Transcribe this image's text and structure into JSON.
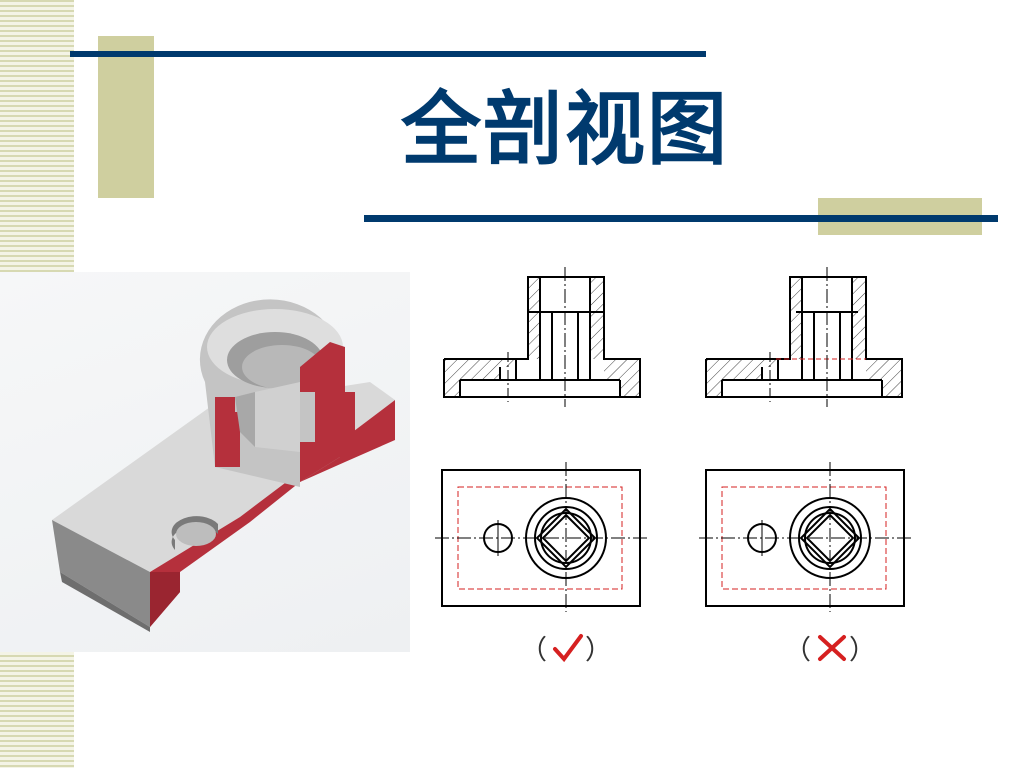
{
  "slide": {
    "title": "全剖视图",
    "caption_correct": {
      "open": "（",
      "close": "）",
      "mark": "check-mark"
    },
    "caption_wrong": {
      "open": "（",
      "close": "）",
      "mark": "cross-mark"
    }
  },
  "colors": {
    "title": "#003a6e",
    "accent_line": "#003a6e",
    "accent_block": "#cfcf9f",
    "section_red": "#b5303c",
    "model_grey": "#c8c8c8",
    "dashed_red": "#d62020"
  }
}
